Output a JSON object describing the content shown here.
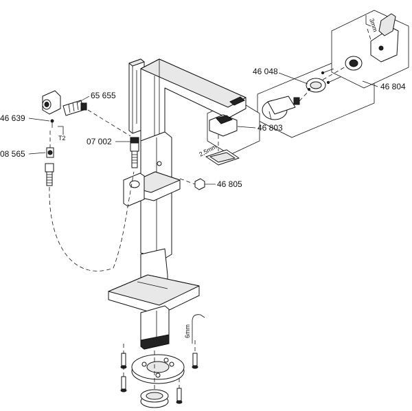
{
  "labels": {
    "p46639": "46 639",
    "p08565": "08 565",
    "p65655": "65 655",
    "p07002": "07 002",
    "p46048": "46 048",
    "p46803": "46 803",
    "p46804": "46 804",
    "p46805": "46 805"
  },
  "tool_marks": {
    "t2": "T2",
    "mm25": "2,5mm",
    "mm3": "3mm",
    "mm6": "6mm"
  }
}
